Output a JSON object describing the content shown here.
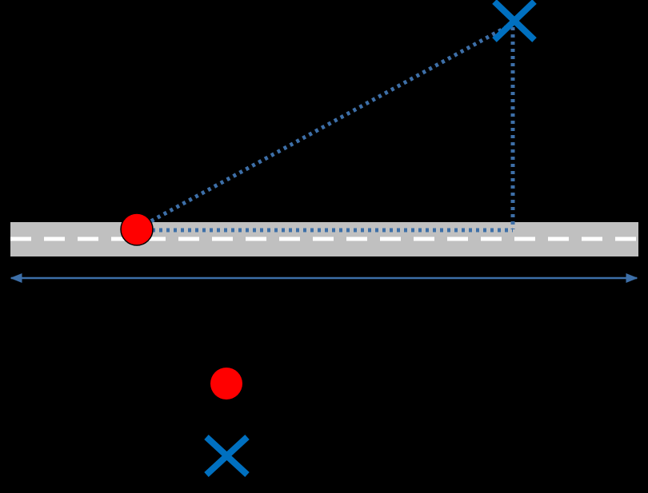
{
  "colors": {
    "background": "#000000",
    "road": "#C0C0C0",
    "lane_marking": "#FFFFFF",
    "point": "#FF0000",
    "point_outline": "#000000",
    "cross": "#0070C0",
    "dotted_line": "#3D6FA8",
    "arrow": "#3D6FA8"
  },
  "icons": {
    "road_point": "red-circle",
    "target": "blue-x",
    "legend_point": "red-circle",
    "legend_target": "blue-x"
  }
}
